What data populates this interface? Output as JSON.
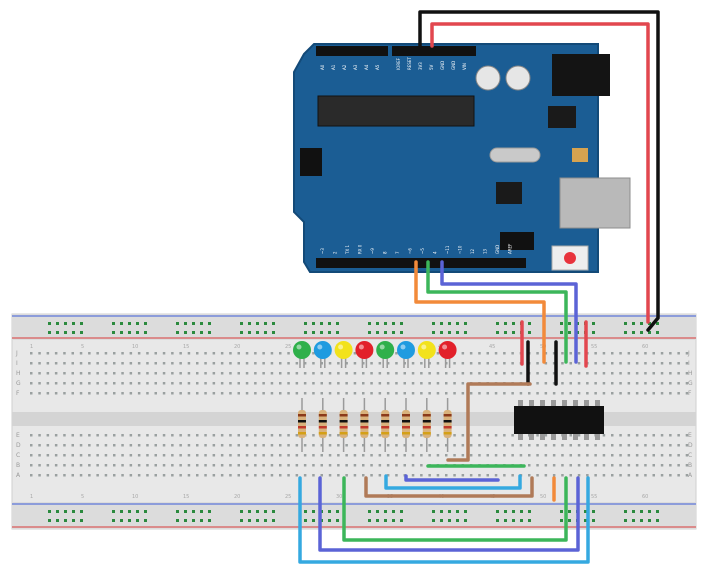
{
  "colors": {
    "board": "#1b5d94",
    "board_edge": "#134a78",
    "breadboard": "#e6e6e6",
    "rail_red": "#d93a3a",
    "rail_blue": "#3b5bd9",
    "hole": "#2b8a3e",
    "wire_red": "#e2474f",
    "wire_black": "#111111",
    "wire_orange": "#f28a3a",
    "wire_green": "#3cb65a",
    "wire_blue": "#5b63d6",
    "wire_lightblue": "#35a9e0",
    "wire_brown": "#b07a58",
    "chip": "#111111",
    "resistor": "#d9b27c"
  },
  "arduino": {
    "power_header_labels": [
      "IOREF",
      "RESET",
      "3V3",
      "5V",
      "GND",
      "GND",
      "VIN"
    ],
    "analog_header_labels": [
      "A0",
      "A1",
      "A2",
      "A3",
      "A4",
      "A5"
    ],
    "digital_header_labels": [
      "~3",
      "2",
      "TX 1",
      "RX 0",
      "~9",
      "8",
      "7",
      "~6",
      "~5",
      "4",
      "~11",
      "~10",
      "12",
      "13",
      "GND",
      "AREF"
    ]
  },
  "leds": [
    "green-led",
    "blue-led",
    "yellow-led",
    "red-led",
    "green-led",
    "blue-led",
    "yellow-led",
    "red-led"
  ],
  "breadboard": {
    "row_letters_top": [
      "J",
      "I",
      "H",
      "G",
      "F"
    ],
    "row_letters_bottom": [
      "E",
      "D",
      "C",
      "B",
      "A"
    ],
    "column_numbers": [
      "1",
      "5",
      "10",
      "15",
      "20",
      "25",
      "30",
      "35",
      "40",
      "45",
      "50",
      "55",
      "60"
    ]
  }
}
